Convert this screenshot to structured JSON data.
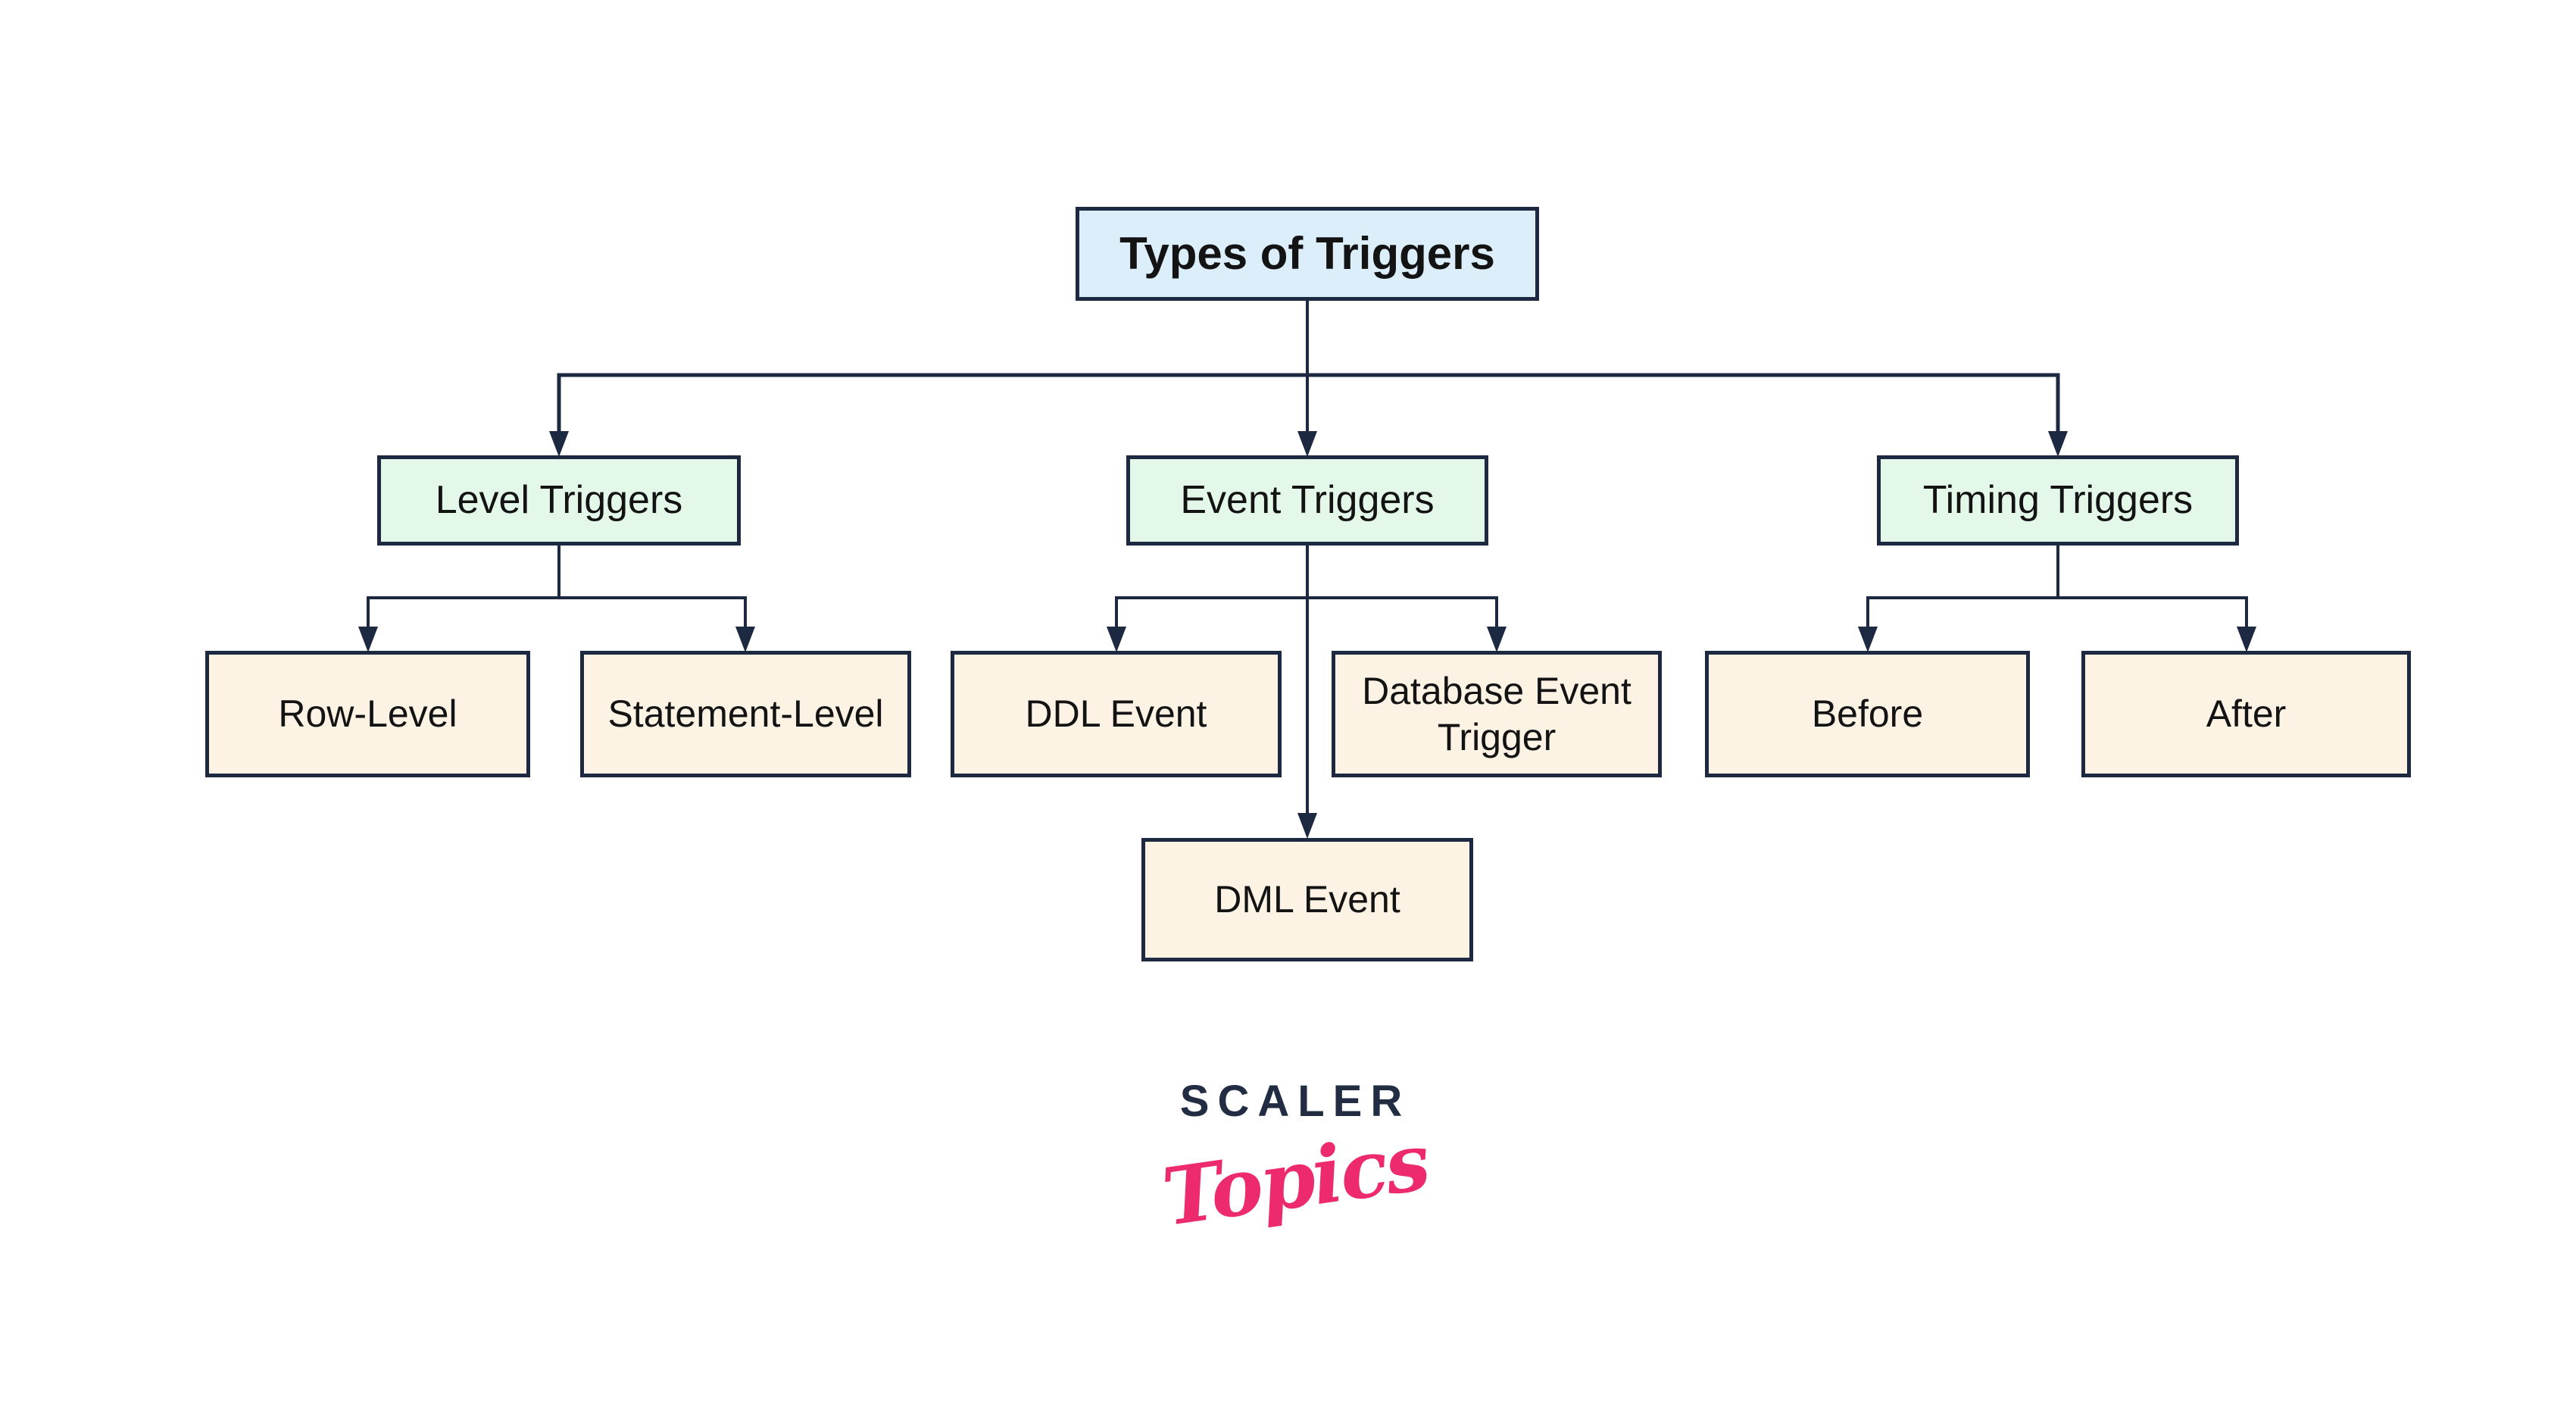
{
  "diagram": {
    "title": "Types of Triggers",
    "root": {
      "label": "Types of Triggers"
    },
    "branches": [
      {
        "label": "Level Triggers",
        "children": [
          {
            "label": "Row-Level"
          },
          {
            "label": "Statement-Level"
          }
        ]
      },
      {
        "label": "Event Triggers",
        "children": [
          {
            "label": "DDL Event"
          },
          {
            "label": "Database Event Trigger"
          }
        ],
        "grandchild": {
          "label": "DML Event"
        }
      },
      {
        "label": "Timing Triggers",
        "children": [
          {
            "label": "Before"
          },
          {
            "label": "After"
          }
        ]
      }
    ],
    "colors": {
      "root_fill": "#ddeefb",
      "branch_fill": "#e4f8ea",
      "leaf_fill": "#fdf3e5",
      "border_and_lines": "#1c2940",
      "text": "#131313",
      "background": "#ffffff"
    }
  },
  "logo": {
    "brand": "SCALER",
    "sub_brand": "Topics",
    "brand_color": "#222c42",
    "sub_brand_color": "#ed2a6d"
  }
}
